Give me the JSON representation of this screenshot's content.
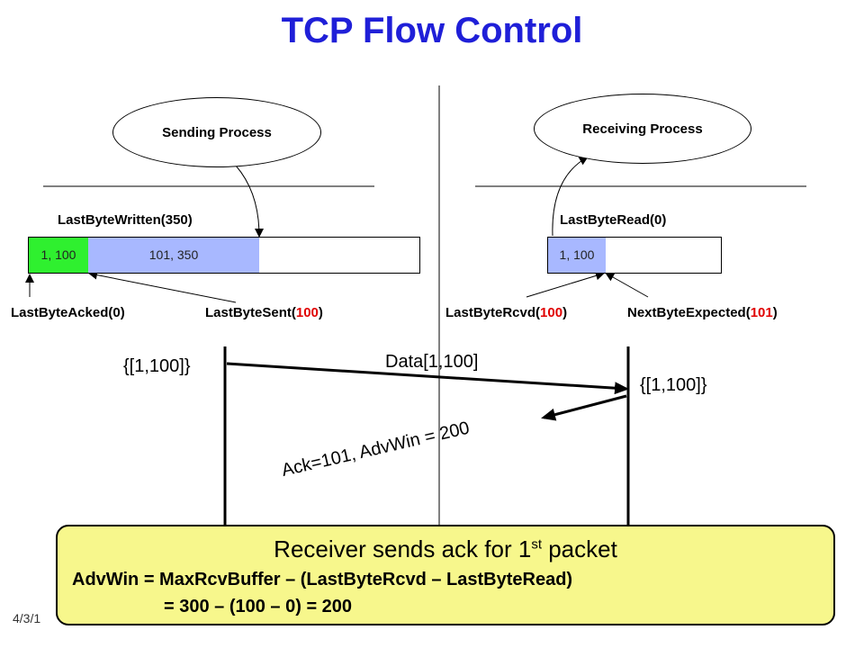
{
  "title": "TCP Flow Control",
  "sender": {
    "process_label": "Sending Process",
    "last_byte_written": "LastByteWritten(350)",
    "segments": [
      {
        "range": "1, 100"
      },
      {
        "range": "101, 350"
      }
    ],
    "last_byte_acked": "LastByteAcked(0)",
    "last_byte_sent_prefix": "LastByteSent(",
    "last_byte_sent_value": "100",
    "last_byte_sent_suffix": ")",
    "timeline_interval": "{[1,100]}"
  },
  "receiver": {
    "process_label": "Receiving Process",
    "last_byte_read": "LastByteRead(0)",
    "segments": [
      {
        "range": "1, 100"
      }
    ],
    "last_byte_rcvd_prefix": "LastByteRcvd(",
    "last_byte_rcvd_value": "100",
    "last_byte_rcvd_suffix": ")",
    "next_byte_expected_prefix": "NextByteExpected(",
    "next_byte_expected_value": "101",
    "next_byte_expected_suffix": ")",
    "timeline_interval": "{[1,100]}"
  },
  "messages": {
    "data": "Data[1,100]",
    "ack": "Ack=101, AdvWin = 200"
  },
  "callout": {
    "heading": "Receiver sends ack for 1",
    "heading_sup": "st",
    "heading_tail": " packet",
    "formula_line1": "AdvWin = MaxRcvBuffer – (LastByteRcvd – LastByteRead)",
    "formula_line2": "= 300 – (100 – 0) = 200"
  },
  "footer": {
    "date": "4/3/1"
  },
  "colors": {
    "title": "#1f1fd8",
    "acked_segment": "#2ff02f",
    "sent_segment": "#a8b8ff",
    "highlight_value": "#e00000",
    "callout_fill": "#f7f78c"
  }
}
